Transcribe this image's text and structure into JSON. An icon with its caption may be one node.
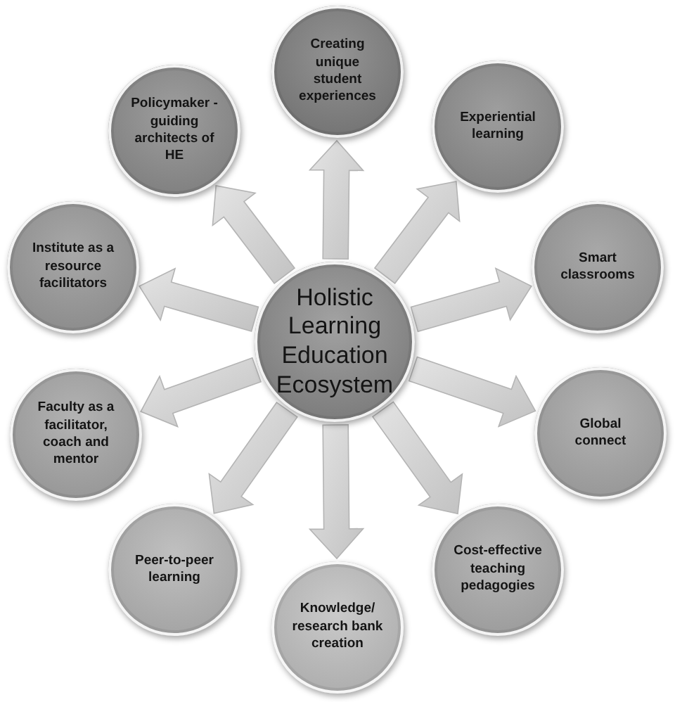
{
  "diagram": {
    "nodes": [
      {
        "text": [
          "Holistic Learning Education Ecosystem"
        ]
      },
      {
        "text": [
          "Creating unique student experiences"
        ]
      },
      {
        "text": [
          "Experiential learning"
        ]
      },
      {
        "text": [
          "Smart classrooms"
        ]
      },
      {
        "text": [
          "Global connect"
        ]
      },
      {
        "text": [
          "Cost-effective teaching pedagogies"
        ]
      },
      {
        "text": [
          "Knowledge/ research bank creation"
        ]
      },
      {
        "text": [
          "Peer-to-peer learning"
        ]
      },
      {
        "text": [
          "Faculty as a facilitator, coach and mentor"
        ]
      },
      {
        "text": [
          "Institute as a resource facilitators"
        ]
      },
      {
        "text": [
          "Policymaker - guiding architects of HE"
        ]
      }
    ],
    "edges": [
      {
        "from": 0,
        "to": 1,
        "arrow": "to"
      },
      {
        "from": 0,
        "to": 2,
        "arrow": "to"
      },
      {
        "from": 0,
        "to": 3,
        "arrow": "to"
      },
      {
        "from": 0,
        "to": 4,
        "arrow": "to"
      },
      {
        "from": 0,
        "to": 5,
        "arrow": "to"
      },
      {
        "from": 0,
        "to": 6,
        "arrow": "to"
      },
      {
        "from": 0,
        "to": 7,
        "arrow": "to"
      },
      {
        "from": 0,
        "to": 8,
        "arrow": "to"
      },
      {
        "from": 0,
        "to": 9,
        "arrow": "to"
      },
      {
        "from": 0,
        "to": 10,
        "arrow": "to"
      }
    ]
  }
}
